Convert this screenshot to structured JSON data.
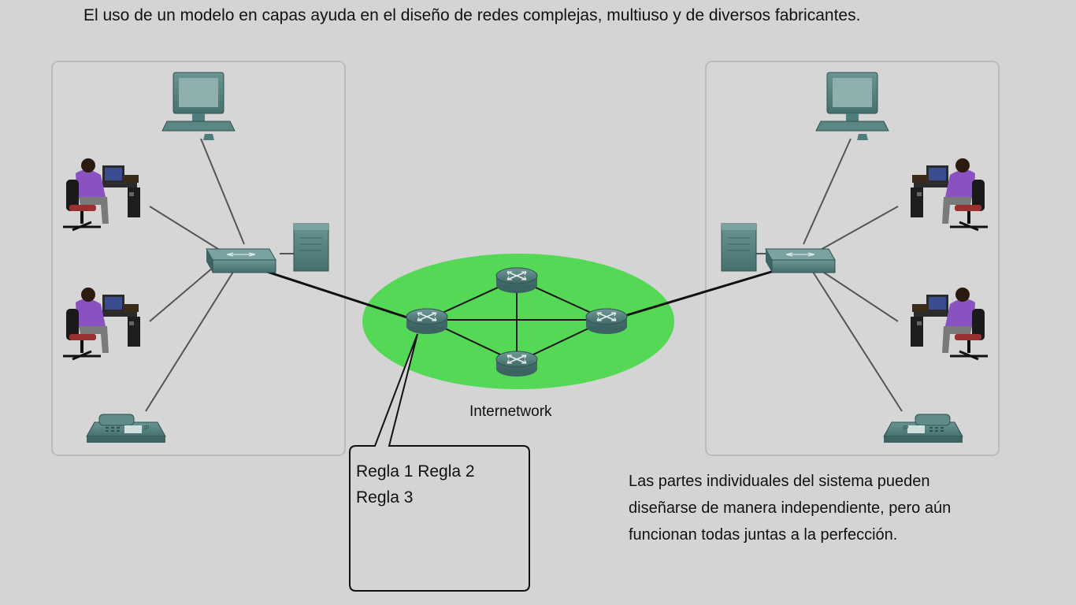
{
  "heading": "El uso de un modelo en capas ayuda en el diseño de redes complejas, multiuso y de diversos fabricantes.",
  "cloud_label": "Internetwork",
  "callout": {
    "line1": "Regla 1 Regla 2",
    "line2": "Regla 3"
  },
  "note": "Las partes individuales del sistema pueden diseñarse de manera independiente, pero aún funcionan todas juntas a la perfección.",
  "phone_label": "IP",
  "colors": {
    "background": "#d4d4d4",
    "panel_border": "#b4b4b4",
    "device_teal": "#4e7d7b",
    "cloud_green": "#55d855",
    "person_purple": "#8a52c0"
  },
  "icons": [
    "desktop-computer-icon",
    "user-workstation-icon",
    "switch-icon",
    "server-icon",
    "ip-phone-icon",
    "router-icon"
  ]
}
